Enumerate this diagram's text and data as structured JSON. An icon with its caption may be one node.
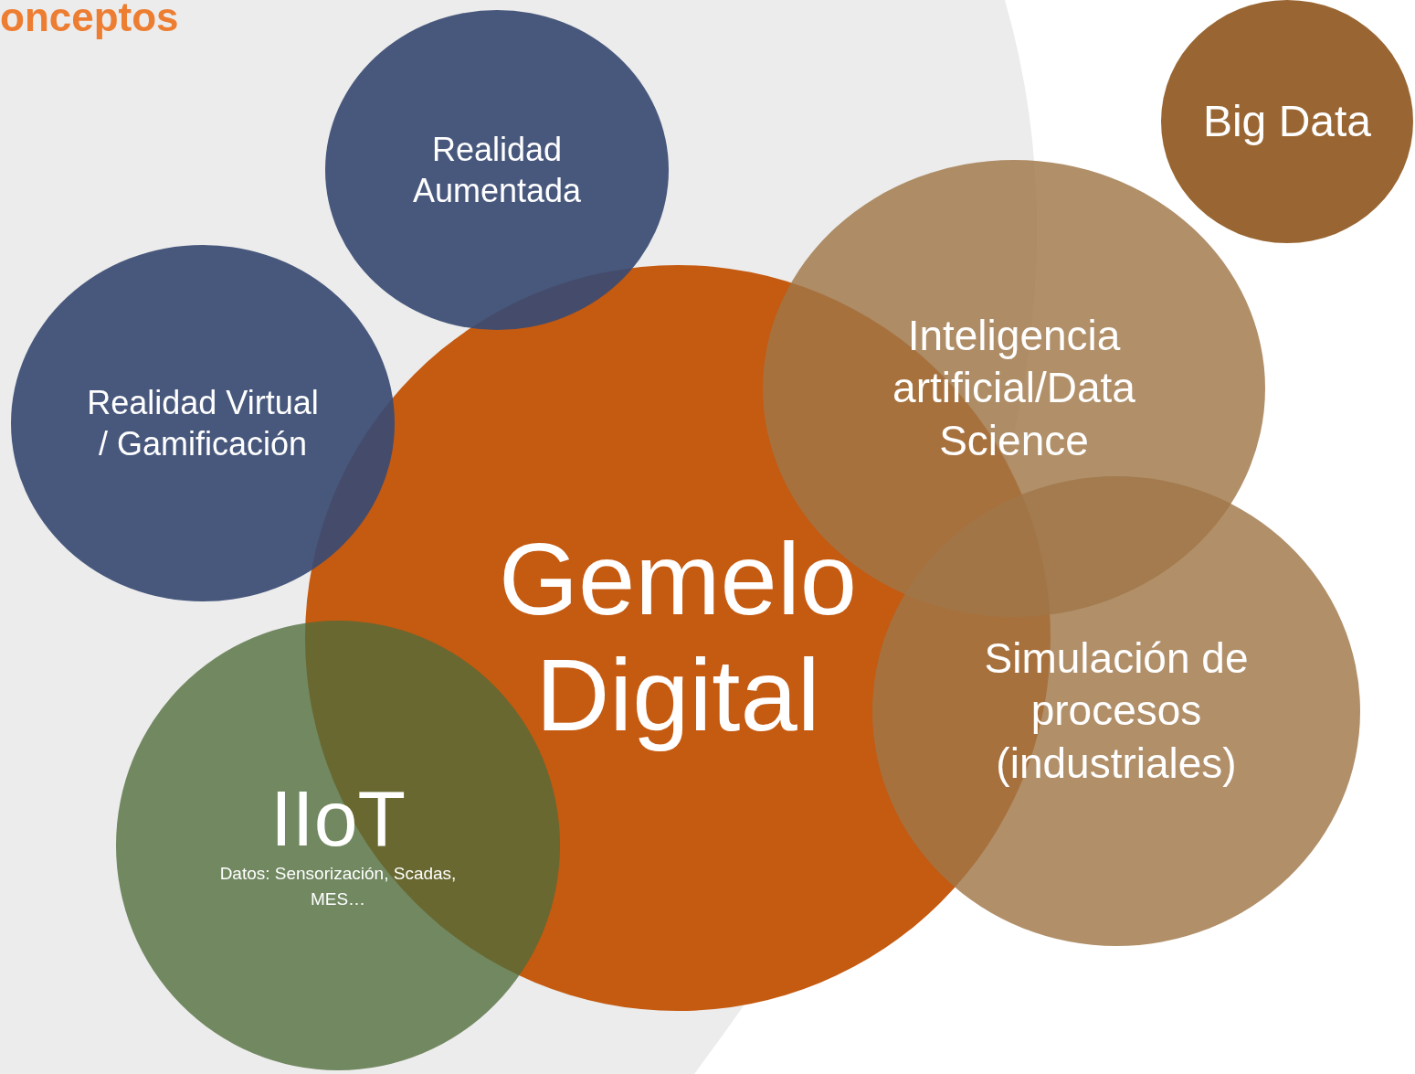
{
  "diagram": {
    "title": "onceptos",
    "nodes": [
      {
        "text": [
          "Realidad Aumentada"
        ]
      },
      {
        "text": [
          "Big Data"
        ]
      },
      {
        "text": [
          "Inteligencia artificial/Data Science"
        ]
      },
      {
        "text": [
          "Realidad Virtual / Gamificación"
        ]
      },
      {
        "text": [
          "Gemelo Digital"
        ]
      },
      {
        "text": [
          "Simulación de procesos (industriales)"
        ]
      },
      {
        "text": [
          "IIoT",
          "Datos: Sensorización, Scadas, MES…"
        ]
      }
    ]
  }
}
